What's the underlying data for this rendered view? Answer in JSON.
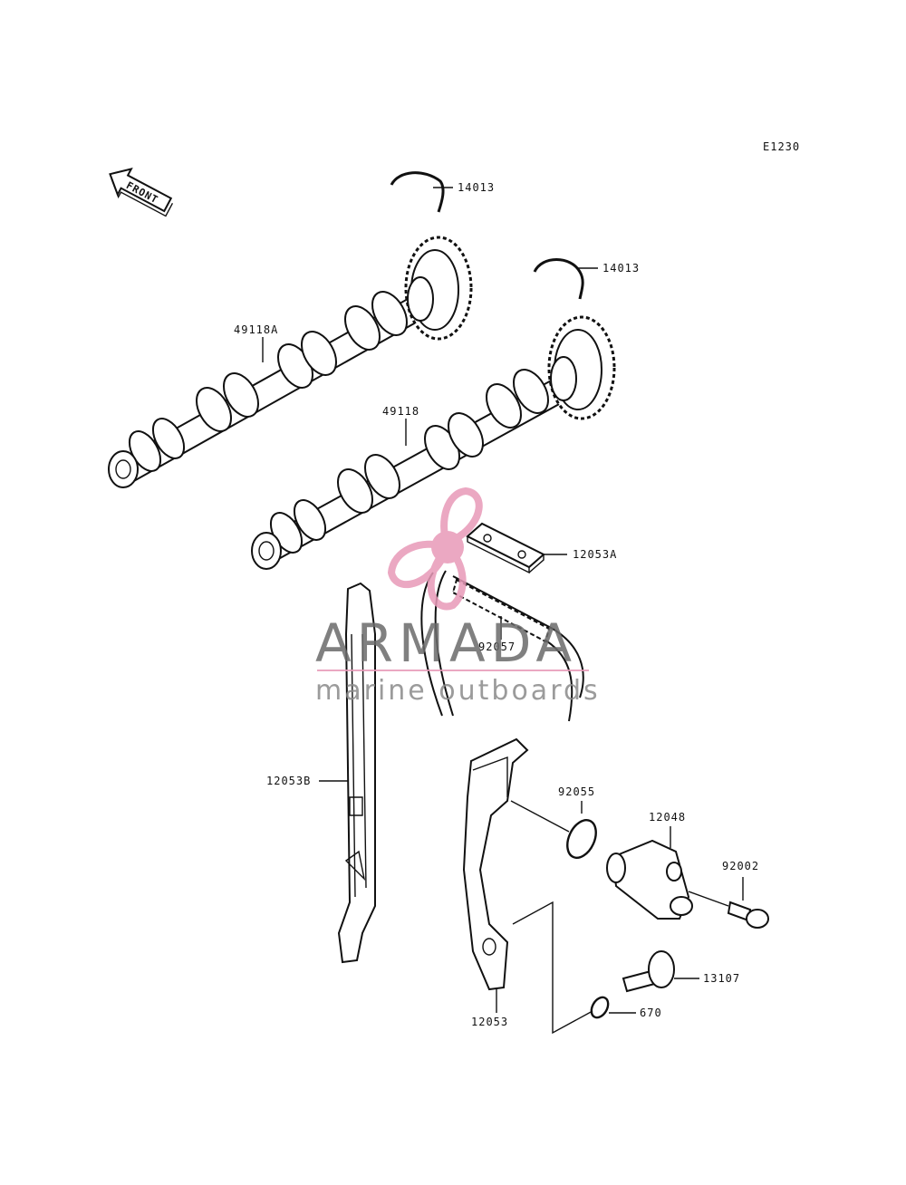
{
  "diagram_code": "E1230",
  "front_label": "FRONT",
  "watermark": {
    "brand": "ARMADA",
    "tagline": "marine outboards",
    "accent_color": "#e89ab8",
    "text_color": "#6b6b6b"
  },
  "parts": {
    "circlip_upper": "14013",
    "circlip_lower": "14013",
    "camshaft_exhaust": "49118A",
    "camshaft_intake": "49118",
    "guide_plate": "12053A",
    "chain": "92057",
    "guide_front": "12053B",
    "o_ring_large": "92055",
    "tensioner": "12048",
    "bolt": "92002",
    "guide_rear": "12053",
    "pin": "13107",
    "o_ring_small": "670"
  }
}
